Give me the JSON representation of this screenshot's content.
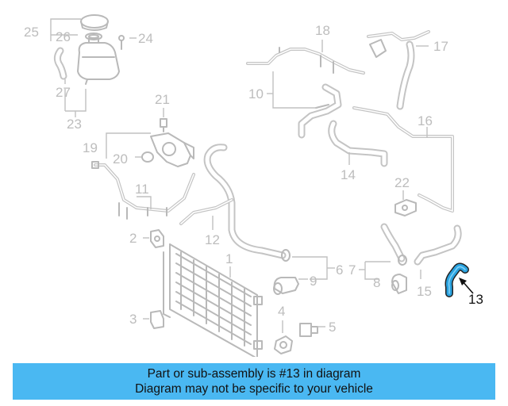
{
  "highlight_color": "#2aa3e0",
  "banner_color": "#4ab8f2",
  "callouts": {
    "c1": "1",
    "c2": "2",
    "c3": "3",
    "c4": "4",
    "c5": "5",
    "c6": "6",
    "c7": "7",
    "c8": "8",
    "c9": "9",
    "c10": "10",
    "c11": "11",
    "c12": "12",
    "c13": "13",
    "c14": "14",
    "c15": "15",
    "c16": "16",
    "c17": "17",
    "c18": "18",
    "c19": "19",
    "c20": "20",
    "c21": "21",
    "c22": "22",
    "c23": "23",
    "c24": "24",
    "c25": "25",
    "c26": "26",
    "c27": "27"
  },
  "banner": {
    "line1": "Part or sub-assembly is #13 in diagram",
    "line2": "Diagram may not be specific to your vehicle"
  }
}
